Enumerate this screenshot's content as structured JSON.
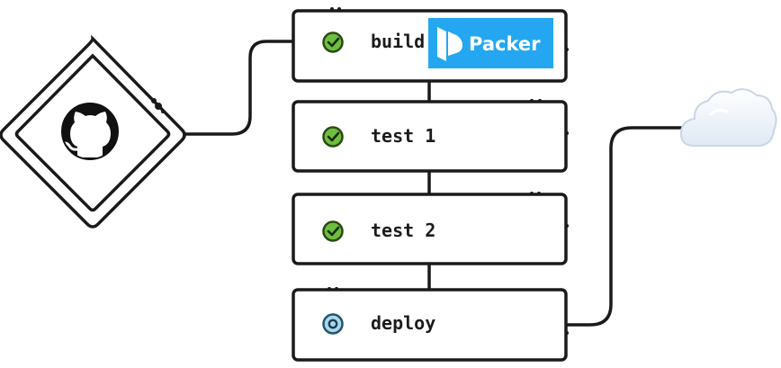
{
  "pipeline": {
    "source": {
      "icon": "github-icon"
    },
    "steps": [
      {
        "label": "build",
        "status": "passed",
        "status_icon": "check-circle-icon"
      },
      {
        "label": "test 1",
        "status": "passed",
        "status_icon": "check-circle-icon"
      },
      {
        "label": "test 2",
        "status": "passed",
        "status_icon": "check-circle-icon"
      },
      {
        "label": "deploy",
        "status": "pending",
        "status_icon": "pending-circle-icon"
      }
    ],
    "build_tool": {
      "label": "Packer",
      "icon": "packer-logo-icon"
    },
    "target": {
      "icon": "cloud-icon"
    }
  },
  "colors": {
    "line": "#1a1a1a",
    "success": "#6fbf3f",
    "success_dark": "#2a4a12",
    "pending": "#a9d7ee",
    "pending_dark": "#24536b",
    "packer_bg": "#24a7f0",
    "cloud": "#eef4fb"
  }
}
